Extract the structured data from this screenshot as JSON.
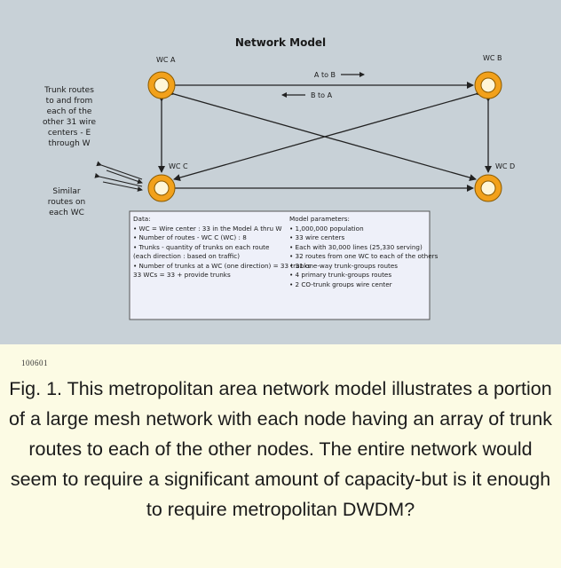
{
  "diagram": {
    "title": "Network Model",
    "nodes": {
      "a": "WC A",
      "b": "WC B",
      "c": "WC C",
      "d": "WC D"
    },
    "arrows": {
      "a_to_b": "A to B",
      "b_to_a": "B to A"
    },
    "left_note_trunks": [
      "Trunk routes",
      "to and from",
      "each of the",
      "other 31 wire",
      "centers - E",
      "through W"
    ],
    "left_note_similar": [
      "Similar",
      "routes on",
      "each WC"
    ],
    "notes_box": {
      "left": [
        "Data:",
        "• WC = Wire center : 33 in the Model A thru W",
        "• Number of routes - WC  C (WC) : 8",
        "• Trunks - quantity of trunks on each route",
        "  (each direction : based on traffic)",
        "• Number of trunks at a WC (one direction) = 33 trunks",
        "  33 WCs = 33 + provide trunks"
      ],
      "right": [
        "Model parameters:",
        "• 1,000,000 population",
        "• 33 wire centers",
        "• Each with 30,000 lines (25,330 serving)",
        "• 32 routes from one WC to each of the others",
        "• 31 one-way trunk-groups routes",
        "• 4 primary trunk-groups routes",
        "• 2 CO-trunk groups wire center"
      ]
    }
  },
  "credit": "100601",
  "caption": "Fig. 1. This metropolitan area network model illustrates a portion of a large mesh network with each node having an array of trunk routes to each of the other nodes. The entire network would seem to require a significant amount of capacity-but is it enough to require metropolitan DWDM?",
  "colors": {
    "diagram_bg": "#c8d1d7",
    "node_ring": "#f2a11b",
    "note_box": "#eef0f9",
    "caption_bg": "#fcfbe4"
  }
}
